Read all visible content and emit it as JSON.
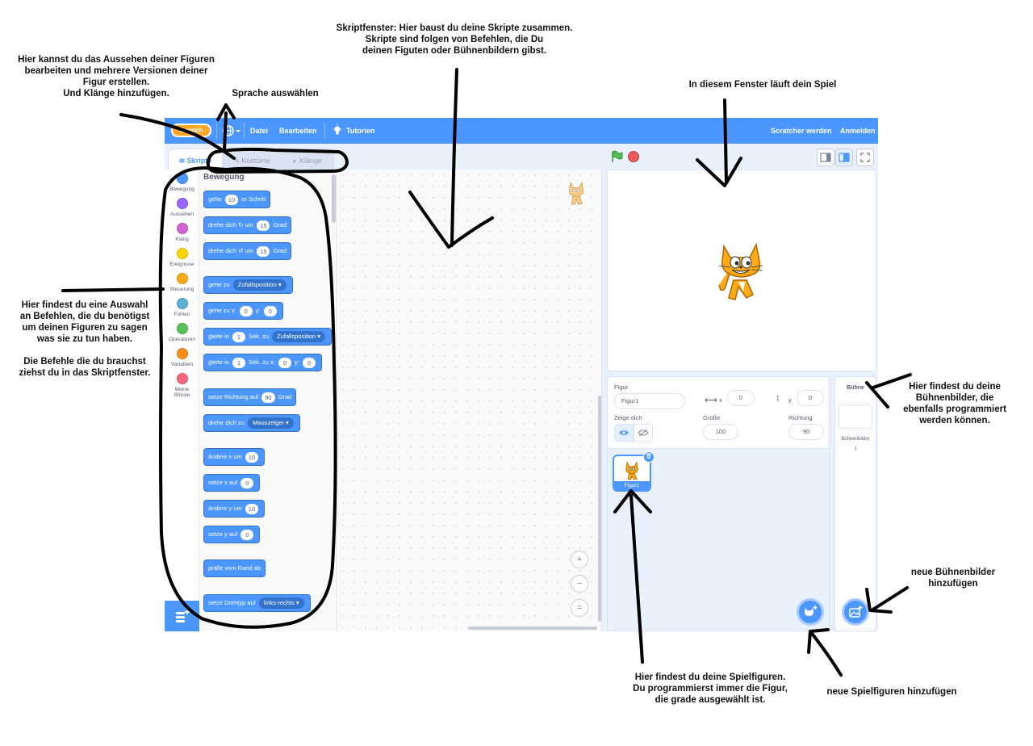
{
  "annotations": {
    "costumes": "Hier kannst du das Aussehen deiner Figuren\nbearbeiten und mehrere Versionen deiner\nFigur erstellen.\nUnd Klänge hinzufügen.",
    "language": "Sprache auswählen",
    "scripts": "Skriptfenster: Hier baust du deine Skripte zusammen.\nSkripte sind folgen von Befehlen, die Du\ndeinen Figuten oder Bühnenbildern gibst.",
    "stage": "In diesem Fenster läuft dein Spiel",
    "palette": "Hier findest du eine Auswahl\nan Befehlen, die du benötigst\num deinen Figuren zu sagen\nwas sie zu tun haben.\n\nDie Befehle die du brauchst\nziehst du in das Skriptfenster.",
    "backdrops": "Hier findest du deine\nBühnenbilder, die\nebenfalls programmiert\nwerden können.",
    "new_backdrop": "neue Bühnenbilder\nhinzufügen",
    "sprites": "Hier findest du deine Spielfiguren.\nDu programmierst immer die Figur,\ndie grade ausgewählt ist.",
    "new_sprite": "neue Spielfiguren hinzufügen"
  },
  "menubar": {
    "logo": "Scratch",
    "file": "Datei",
    "edit": "Bearbeiten",
    "tutorials": "Tutorien",
    "join": "Scratcher werden",
    "signin": "Anmelden"
  },
  "tabs": {
    "code": "Skripte",
    "costumes": "Kostüme",
    "sounds": "Klänge"
  },
  "categories": [
    {
      "label": "Bewegung",
      "color": "#4c97ff"
    },
    {
      "label": "Aussehen",
      "color": "#9966ff"
    },
    {
      "label": "Klang",
      "color": "#cf63cf"
    },
    {
      "label": "Ereignisse",
      "color": "#ffd500"
    },
    {
      "label": "Steuerung",
      "color": "#ffab19"
    },
    {
      "label": "Fühlen",
      "color": "#5cb1d6"
    },
    {
      "label": "Operatoren",
      "color": "#59c059"
    },
    {
      "label": "Variablen",
      "color": "#ff8c1a"
    },
    {
      "label": "Meine\nBlöcke",
      "color": "#ff6680"
    }
  ],
  "palette": {
    "title": "Bewegung",
    "move": {
      "a": "gehe",
      "v": "10",
      "b": "er Schritt"
    },
    "turn_right": {
      "a": "drehe dich",
      "b": "um",
      "v": "15",
      "c": "Grad"
    },
    "turn_left": {
      "a": "drehe dich",
      "b": "um",
      "v": "15",
      "c": "Grad"
    },
    "goto": {
      "a": "gehe zu",
      "dd": "Zufallsposition"
    },
    "goto_xy": {
      "a": "gehe zu x:",
      "x": "0",
      "b": "y:",
      "y": "0"
    },
    "glide": {
      "a": "gleite in",
      "v": "1",
      "b": "Sek. zu",
      "dd": "Zufallsposition"
    },
    "glide_xy": {
      "a": "gleite in",
      "v": "1",
      "b": "Sek. zu x:",
      "x": "0",
      "c": "y:",
      "y": "0"
    },
    "point_dir": {
      "a": "setze Richtung auf",
      "v": "90",
      "b": "Grad"
    },
    "point_to": {
      "a": "drehe dich zu",
      "dd": "Mauszeiger"
    },
    "change_x": {
      "a": "ändere x um",
      "v": "10"
    },
    "set_x": {
      "a": "setze x auf",
      "v": "0"
    },
    "change_y": {
      "a": "ändere y um",
      "v": "10"
    },
    "set_y": {
      "a": "setze y auf",
      "v": "0"
    },
    "bounce": {
      "a": "pralle vom Rand ab"
    },
    "rotation": {
      "a": "setze Drehtyp auf",
      "dd": "links-rechts"
    }
  },
  "zoom": {
    "in": "+",
    "out": "−",
    "reset": "="
  },
  "sprite_info": {
    "sprite_label": "Figur",
    "sprite_name": "Figur1",
    "x_label": "x",
    "x_value": "0",
    "y_label": "y",
    "y_value": "0",
    "show_label": "Zeige dich",
    "size_label": "Größe",
    "size_value": "100",
    "direction_label": "Richtung",
    "direction_value": "90"
  },
  "sprite_list": [
    {
      "name": "Figur1"
    }
  ],
  "stage_target": {
    "title": "Bühne",
    "backdrops_label": "Bühnenbilder",
    "backdrops_count": "1"
  }
}
